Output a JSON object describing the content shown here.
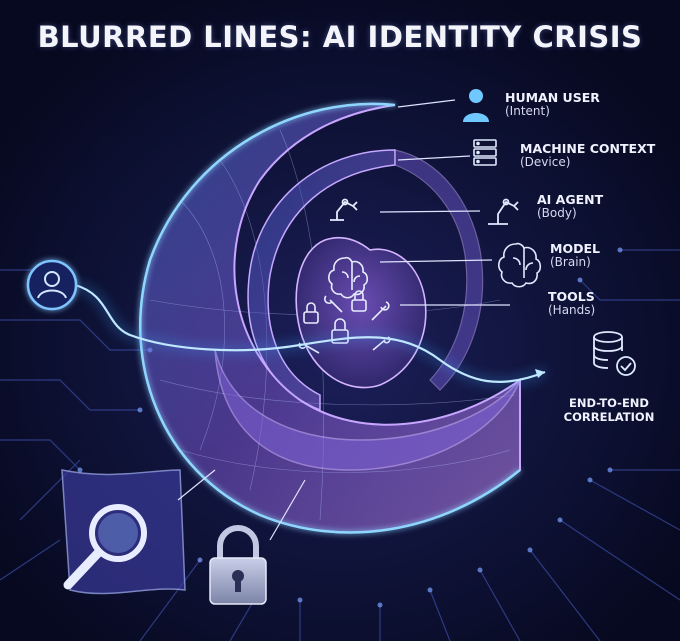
{
  "title": "BLURRED LINES: AI IDENTITY CRISIS",
  "layers": [
    {
      "name": "HUMAN USER",
      "role": "(Intent)",
      "icon": "person-icon"
    },
    {
      "name": "MACHINE CONTEXT",
      "role": "(Device)",
      "icon": "server-icon"
    },
    {
      "name": "AI AGENT",
      "role": "(Body)",
      "icon": "robot-arm-icon"
    },
    {
      "name": "MODEL",
      "role": "(Brain)",
      "icon": "brain-icon"
    },
    {
      "name": "TOOLS",
      "role": "(Hands)",
      "icon": "wrench-lock-icon"
    }
  ],
  "correlation": {
    "line1": "END-TO-END",
    "line2": "CORRELATION",
    "icon": "database-check-icon"
  },
  "colors": {
    "background": "#0a0d26",
    "accent": "#6fc8ff",
    "shell": "#9b7bff",
    "glow": "#3fa9ff"
  }
}
